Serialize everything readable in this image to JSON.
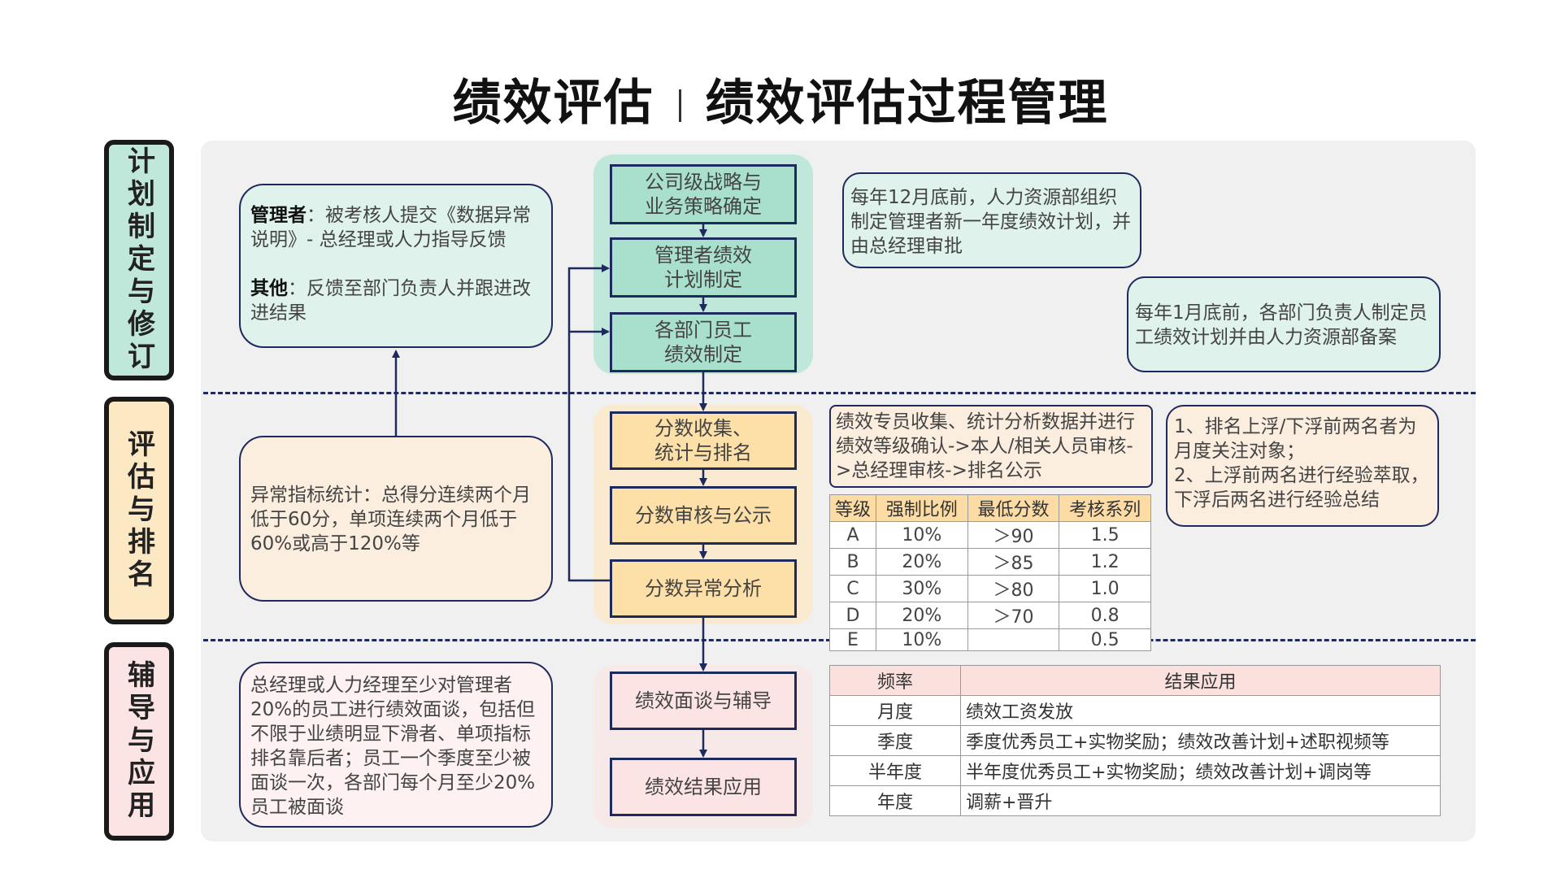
{
  "title": {
    "left": "绩效评估",
    "sep": "|",
    "right": "绩效评估过程管理"
  },
  "sections": {
    "plan": "计划制定与修订",
    "eval": "评估与排名",
    "coach": "辅导与应用"
  },
  "colors": {
    "plan": "#bfe8da",
    "eval": "#fde8c4",
    "coach": "#fde4e4",
    "plan_light": "#dff2ec",
    "eval_light": "#fbeedf",
    "coach_light": "#fdf1f2",
    "line": "#1f2a5c"
  },
  "left": {
    "manager_label": "管理者",
    "manager_text": "：被考核人提交《数据异常说明》- 总经理或人力指导反馈",
    "other_label": "其他",
    "other_text": "：反馈至部门负责人并跟进改进结果",
    "abnormal": "异常指标统计：总得分连续两个月低于60分，单项连续两个月低于60%或高于120%等",
    "interview": "总经理或人力经理至少对管理者20%的员工进行绩效面谈，包括但不限于业绩明显下滑者、单项指标排名靠后者；员工一个季度至少被面谈一次，各部门每个月至少20%员工被面谈"
  },
  "flow": {
    "s1": "公司级战略与\n业务策略确定",
    "s2": "管理者绩效\n计划制定",
    "s3": "各部门员工\n绩效制定",
    "s4": "分数收集、\n统计与排名",
    "s5": "分数审核与公示",
    "s6": "分数异常分析",
    "s7": "绩效面谈与辅导",
    "s8": "绩效结果应用"
  },
  "notes": {
    "dec": "每年12月底前，人力资源部组织制定管理者新一年度绩效计划，并由总经理审批",
    "jan": "每年1月底前，各部门负责人制定员工绩效计划并由人力资源部备案",
    "collect": "绩效专员收集、统计分析数据并进行绩效等级确认->本人/相关人员审核->总经理审核->排名公示",
    "rank": "1、排名上浮/下浮前两名者为月度关注对象；\n2、上浮前两名进行经验萃取，下浮后两名进行经验总结"
  },
  "grade_table": {
    "headers": [
      "等级",
      "强制比例",
      "最低分数",
      "考核系列"
    ],
    "rows": [
      [
        "A",
        "10%",
        "＞90",
        "1.5"
      ],
      [
        "B",
        "20%",
        "＞85",
        "1.2"
      ],
      [
        "C",
        "30%",
        "＞80",
        "1.0"
      ],
      [
        "D",
        "20%",
        "＞70",
        "0.8"
      ],
      [
        "E",
        "10%",
        "",
        "0.5"
      ]
    ]
  },
  "apply_table": {
    "headers": [
      "频率",
      "结果应用"
    ],
    "rows": [
      [
        "月度",
        "绩效工资发放"
      ],
      [
        "季度",
        "季度优秀员工+实物奖励；绩效改善计划+述职视频等"
      ],
      [
        "半年度",
        "半年度优秀员工+实物奖励；绩效改善计划+调岗等"
      ],
      [
        "年度",
        "调薪+晋升"
      ]
    ]
  }
}
